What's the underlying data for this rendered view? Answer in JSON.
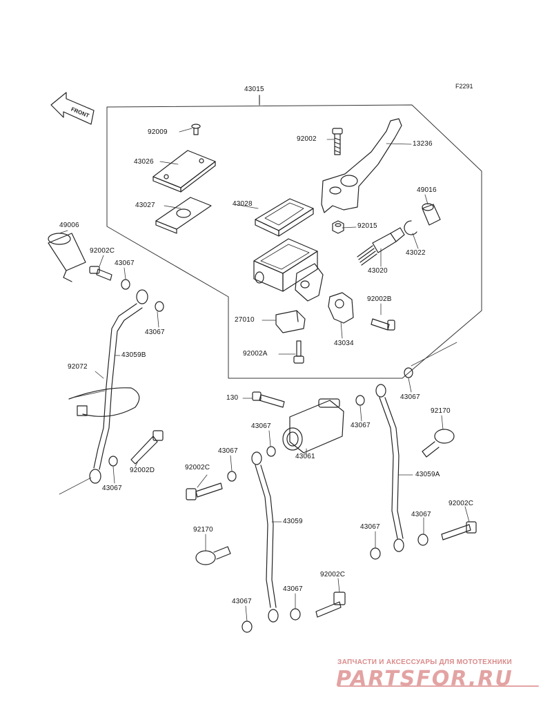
{
  "figure_code": "F2291",
  "front_label": "FRONT",
  "watermark": {
    "tagline": "ЗАПЧАСТИ И АКСЕССУАРЫ ДЛЯ МОТОТЕХНИКИ",
    "logo": "PARTSFOR.RU"
  },
  "colors": {
    "line": "#222222",
    "watermark": "#e3a3a3"
  },
  "parts": [
    {
      "id": "43015",
      "label": "43015"
    },
    {
      "id": "92009",
      "label": "92009"
    },
    {
      "id": "43026",
      "label": "43026"
    },
    {
      "id": "43027",
      "label": "43027"
    },
    {
      "id": "92002",
      "label": "92002"
    },
    {
      "id": "13236",
      "label": "13236"
    },
    {
      "id": "43028",
      "label": "43028"
    },
    {
      "id": "49016",
      "label": "49016"
    },
    {
      "id": "92015",
      "label": "92015"
    },
    {
      "id": "43022",
      "label": "43022"
    },
    {
      "id": "43020",
      "label": "43020"
    },
    {
      "id": "49006",
      "label": "49006"
    },
    {
      "id": "92002C-a",
      "label": "92002C"
    },
    {
      "id": "43067-a",
      "label": "43067"
    },
    {
      "id": "43067-b",
      "label": "43067"
    },
    {
      "id": "92002B",
      "label": "92002B"
    },
    {
      "id": "27010",
      "label": "27010"
    },
    {
      "id": "43034",
      "label": "43034"
    },
    {
      "id": "43059B",
      "label": "43059B"
    },
    {
      "id": "92002A",
      "label": "92002A"
    },
    {
      "id": "92072",
      "label": "92072"
    },
    {
      "id": "43067-c",
      "label": "43067"
    },
    {
      "id": "130",
      "label": "130"
    },
    {
      "id": "92170-a",
      "label": "92170"
    },
    {
      "id": "43067-d",
      "label": "43067"
    },
    {
      "id": "43067-e",
      "label": "43067"
    },
    {
      "id": "43061",
      "label": "43061"
    },
    {
      "id": "43067-f",
      "label": "43067"
    },
    {
      "id": "43059A",
      "label": "43059A"
    },
    {
      "id": "92002D",
      "label": "92002D"
    },
    {
      "id": "92002C-b",
      "label": "92002C"
    },
    {
      "id": "43067-g",
      "label": "43067"
    },
    {
      "id": "92002C-c",
      "label": "92002C"
    },
    {
      "id": "43067-h",
      "label": "43067"
    },
    {
      "id": "43067-i",
      "label": "43067"
    },
    {
      "id": "43059",
      "label": "43059"
    },
    {
      "id": "92170-b",
      "label": "92170"
    },
    {
      "id": "43067-j",
      "label": "43067"
    },
    {
      "id": "43067-k",
      "label": "43067"
    },
    {
      "id": "92002C-d",
      "label": "92002C"
    }
  ]
}
